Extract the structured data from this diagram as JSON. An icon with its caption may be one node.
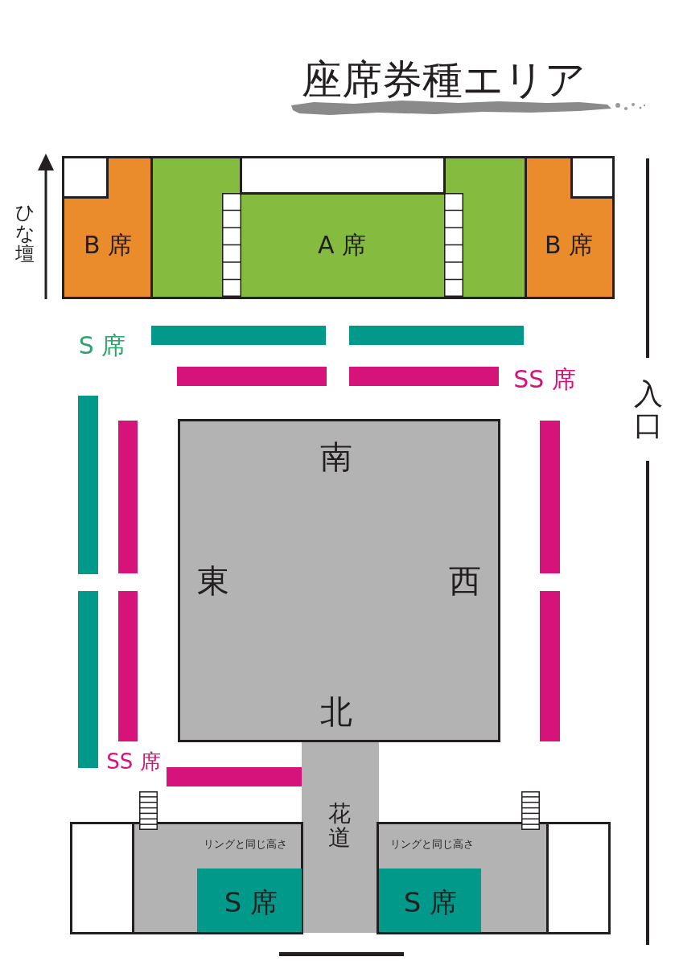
{
  "diagram": {
    "title": "座席券種エリア",
    "nodes": [
      {
        "text": [
          "B 席"
        ]
      },
      {
        "text": [],
        "shape": "box",
        "in": 0
      },
      {
        "text": [
          "A 席"
        ]
      },
      {
        "text": [],
        "shape": "box",
        "in": 2
      },
      {
        "text": [
          "B 席"
        ]
      },
      {
        "text": [],
        "shape": "box",
        "in": 4
      },
      {
        "text": [],
        "shape": "bar"
      },
      {
        "text": [],
        "shape": "bar"
      },
      {
        "text": [],
        "shape": "bar"
      },
      {
        "text": [],
        "shape": "bar"
      },
      {
        "text": [],
        "shape": "bar"
      },
      {
        "text": [],
        "shape": "bar"
      },
      {
        "text": [],
        "shape": "bar"
      },
      {
        "text": [],
        "shape": "bar"
      },
      {
        "text": [
          "南",
          "東",
          "西",
          "北"
        ]
      },
      {
        "text": [],
        "shape": "bar"
      },
      {
        "text": [],
        "shape": "bar"
      },
      {
        "text": [],
        "shape": "bar"
      },
      {
        "text": [
          "花道"
        ]
      },
      {
        "text": [],
        "shape": "box"
      },
      {
        "text": [
          "リングと同じ高さ"
        ]
      },
      {
        "text": [
          "S 席"
        ],
        "in": 20
      },
      {
        "text": [
          "リングと同じ高さ"
        ]
      },
      {
        "text": [
          "S 席"
        ],
        "in": 22
      },
      {
        "text": [],
        "shape": "box"
      }
    ],
    "labels": [
      "ひな壇",
      "S 席",
      "SS 席",
      "入口",
      "SS 席"
    ]
  }
}
